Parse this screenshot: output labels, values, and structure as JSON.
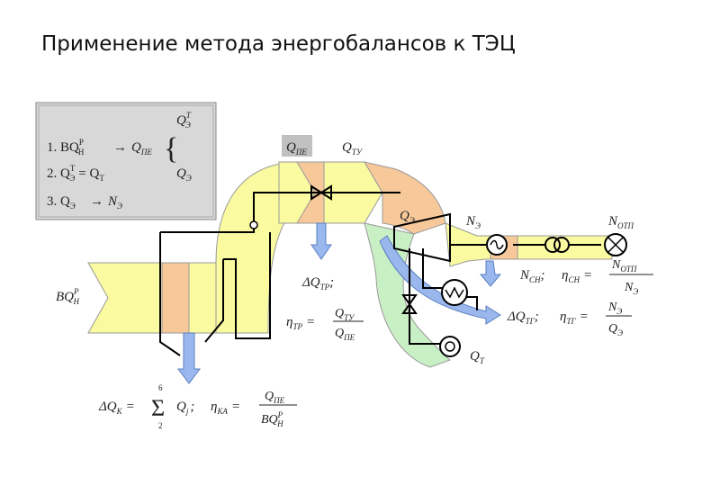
{
  "slide": {
    "title": "Применение метода энергобалансов к ТЭЦ"
  },
  "legend": {
    "line1": "1. BQ",
    "line1_sup": "Р",
    "line1_sub": "Н",
    "line1_to": "Q",
    "line1_to_sub": "ПЕ",
    "stack_top": "Q",
    "stack_top_sup": "Т",
    "stack_top_sub": "Э",
    "stack_bot": "Q",
    "stack_bot_sub": "Э",
    "line2": "2. Q",
    "line2_sup": "Т",
    "line2_sub": "Э",
    "line2_rhs": "= Q",
    "line2_rhs_sub": "Т",
    "line3": "3. Q",
    "line3_sub": "Э",
    "line3_to": "N",
    "line3_to_sub": "Э",
    "arrow": "→",
    "brace": "{"
  },
  "labels": {
    "q_pe": "Q",
    "q_pe_sub": "ПЕ",
    "q_tu": "Q",
    "q_tu_sub": "ТУ",
    "q_e": "Q",
    "q_e_sub": "Э",
    "n_e": "N",
    "n_e_sub": "Э",
    "n_otp_top": "N",
    "n_otp_top_sub": "ОТП",
    "n_otp_right": "N",
    "n_otp_right_sub": "ОТП",
    "bq_in": "BQ",
    "bq_in_sup": "Р",
    "bq_in_sub": "Н",
    "q_t": "Q",
    "q_t_sub": "Т"
  },
  "formulas": {
    "dq_tr": "ΔQ",
    "dq_tr_sub": "ТР",
    "semicolon": ";",
    "eta_tr": "η",
    "eta_tr_sub": "ТР",
    "eq": "=",
    "eta_tr_num": "Q",
    "eta_tr_num_sub": "ТУ",
    "eta_tr_den": "Q",
    "eta_tr_den_sub": "ПЕ",
    "n_sn": "N",
    "n_sn_sub": "СН",
    "eta_sn": "η",
    "eta_sn_sub": "СН",
    "eta_sn_num": "N",
    "eta_sn_num_sub": "ОТП",
    "eta_sn_den": "N",
    "eta_sn_den_sub": "Э",
    "dq_tt": "ΔQ",
    "dq_tt_sub": "ТГ",
    "eta_tt": "η",
    "eta_tt_sub": "ТГ",
    "eta_tt_num": "N",
    "eta_tt_num_sub": "Э",
    "eta_tt_den": "Q",
    "eta_tt_den_sub": "Э",
    "dq_k": "ΔQ",
    "dq_k_sub": "К",
    "sum_top": "6",
    "sum_bot": "2",
    "sum_sign": "Σ",
    "sum_term": "Q",
    "sum_term_sub": "j",
    "eta_ka": "η",
    "eta_ka_sub": "КА",
    "eta_ka_num": "Q",
    "eta_ka_num_sub": "ПЕ",
    "eta_ka_den": "BQ",
    "eta_ka_den_sup": "Р",
    "eta_ka_den_sub": "Н"
  },
  "colors": {
    "flow_yellow": "#fafaa0",
    "flow_orange": "#f7c99a",
    "flow_green": "#c9f0c4",
    "loss_blue": "#9ab8ee",
    "legend_gray": "#d8d8d8",
    "qpe_gray": "#c0c0c0"
  }
}
